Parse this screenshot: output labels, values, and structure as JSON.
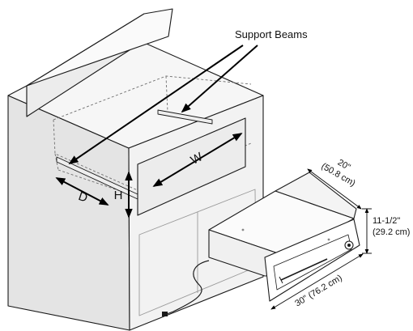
{
  "labels": {
    "support_beams": "Support Beams",
    "width": "W",
    "height": "H",
    "depth": "D",
    "dim_depth_in": "20\"",
    "dim_depth_cm": "(50.8 cm)",
    "dim_height_in": "11-1/2\"",
    "dim_height_cm": "(29.2 cm)",
    "dim_width": "30\" (76.2 cm)"
  },
  "colors": {
    "cabinet_front": "#f2f2f2",
    "cabinet_side": "#e4e4e4",
    "cabinet_top": "#f6f6f6",
    "drawer_body": "#ffffff",
    "outline": "#1a1a1a",
    "arrow": "#000000"
  }
}
